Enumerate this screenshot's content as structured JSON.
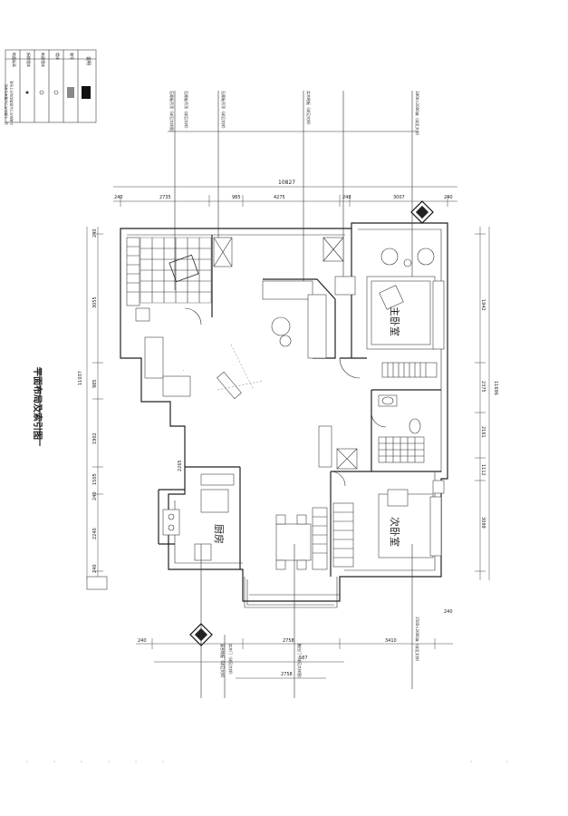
{
  "title": "平面布局及索引图",
  "legend": {
    "header": "说明",
    "rows": [
      "轴号",
      "墙体",
      "新建墙体",
      "拆除墙体",
      "地面标高"
    ]
  },
  "notes": [
    "注：1.图中尺寸以毫米为单位",
    "2.墙体尺寸以现场实际尺寸为准"
  ],
  "rooms": {
    "master_bedroom": "主卧室",
    "second_bedroom": "次卧室",
    "kitchen": "厨房"
  },
  "dims_top": {
    "overall": "10827",
    "segments": [
      "240",
      "2735",
      "985",
      "4275",
      "240",
      "3007",
      "240"
    ]
  },
  "dims_bottom": {
    "segments": [
      "240",
      "2758",
      "587",
      "3410",
      "240"
    ],
    "second_row": "2758"
  },
  "dims_left": {
    "overall": "11037",
    "segments": [
      "240",
      "3055",
      "985",
      "1902",
      "1505",
      "240",
      "2240"
    ]
  },
  "dims_right": {
    "overall": "11696",
    "segments": [
      "1942",
      "2375",
      "2161",
      "1112",
      "3099"
    ]
  },
  "small_dims": {
    "hall": "2265",
    "corner_bottom": "240"
  },
  "leaders_top": [
    "石膏板吊顶（详见大样图）",
    "石膏板吊顶（详见大样）",
    "石膏板吊顶（详见大样）",
    "实木地板（详见大样）",
    "1800×2000床（详见大样）"
  ],
  "leaders_bottom": [
    "复合地板（详见大样）",
    "实木门（详见大样）",
    "推拉门（详见大样图）",
    "1500×2000床（详见大样）"
  ]
}
